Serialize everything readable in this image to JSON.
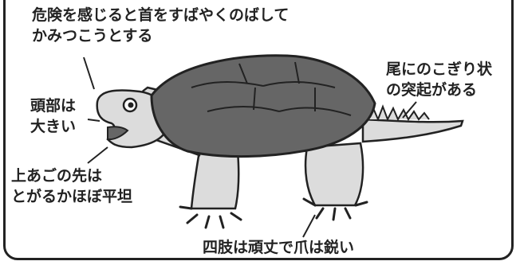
{
  "labels": {
    "head_action": [
      "危険を感じると首をすばやくのばして",
      "かみつこうとする"
    ],
    "head_size": [
      "頭部は",
      "大きい"
    ],
    "jaw": [
      "上あごの先は",
      "とがるかほぼ平坦"
    ],
    "tail": [
      "尾にのこぎり状",
      "の突起がある"
    ],
    "limbs": [
      "四肢は頑丈で爪は鋭い"
    ]
  },
  "colors": {
    "shell": "#666666",
    "skin": "#dcdcdc",
    "outline": "#222222"
  }
}
